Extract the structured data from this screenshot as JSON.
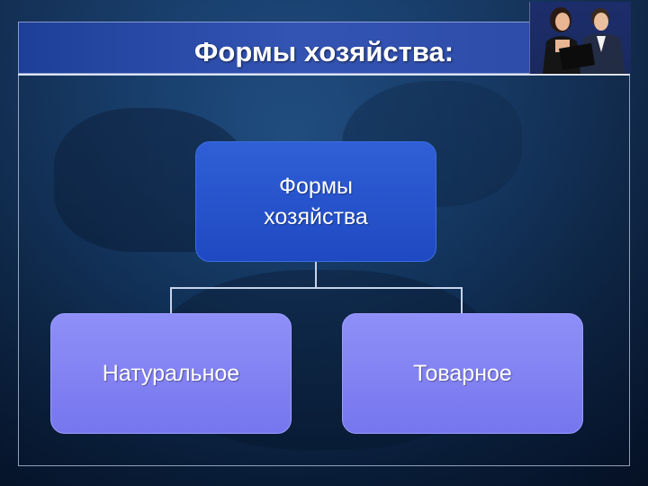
{
  "slide": {
    "title": "Формы хозяйства:"
  },
  "diagram": {
    "root": {
      "label_line1": "Формы",
      "label_line2": "хозяйства"
    },
    "children": [
      {
        "label": "Натуральное"
      },
      {
        "label": "Товарное"
      }
    ]
  },
  "colors": {
    "root_box": "#2454cc",
    "leaf_box": "#8484f4",
    "title_bar": "#2e4eac",
    "background": "#123a6a"
  }
}
